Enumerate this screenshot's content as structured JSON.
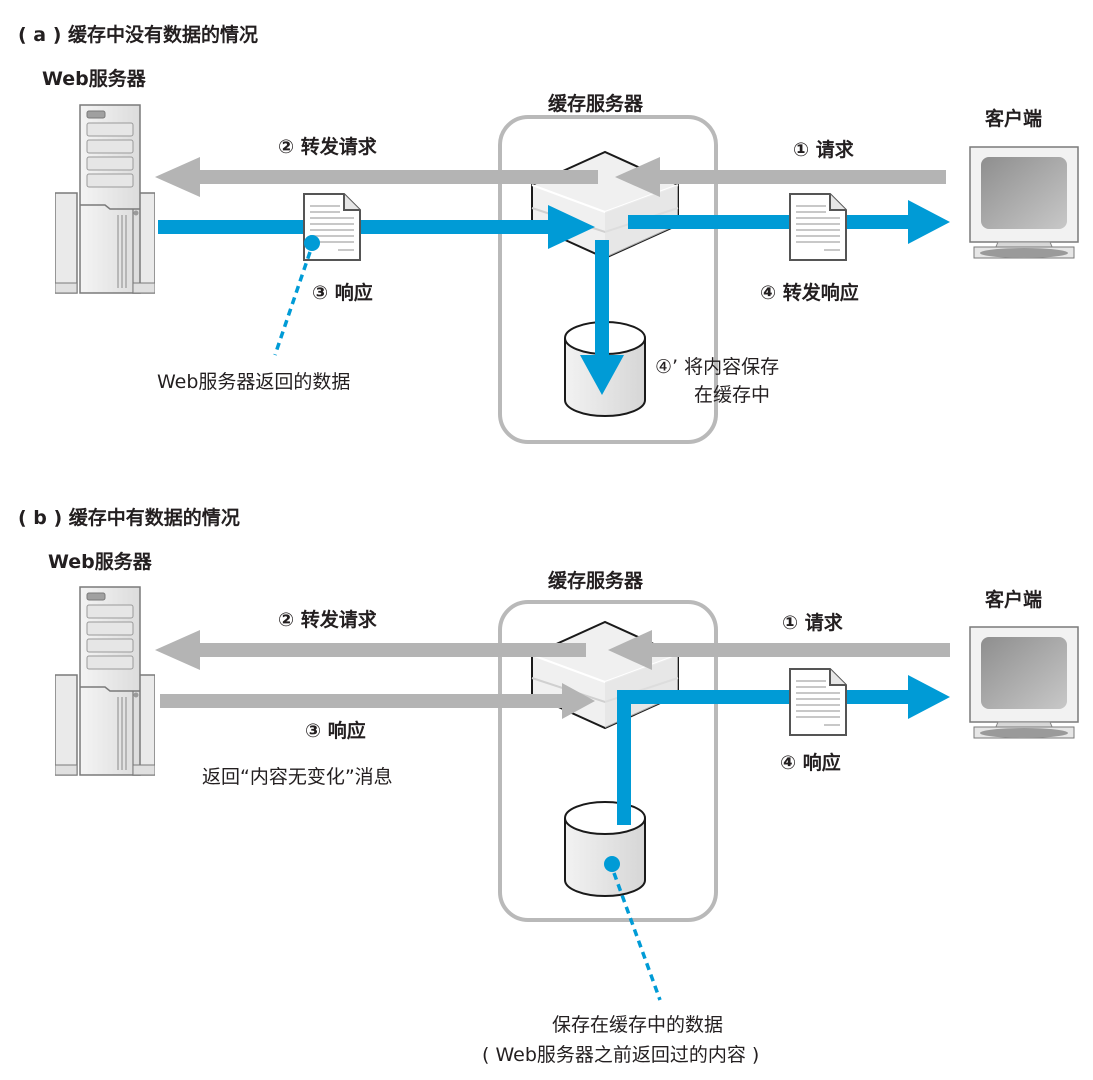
{
  "colors": {
    "request_arrow": "#b4b4b4",
    "response_arrow": "#009bd6",
    "frame": "#b9b9b9"
  },
  "panel_a": {
    "title": "( a ) 缓存中没有数据的情况",
    "web_server": "Web服务器",
    "cache_server": "缓存服务器",
    "client": "客户端",
    "step1": "① 请求",
    "step2": "② 转发请求",
    "step3": "③ 响应",
    "step4": "④ 转发响应",
    "step4p_line1": "④’ 将内容保存",
    "step4p_line2": "在缓存中",
    "data_note": "Web服务器返回的数据"
  },
  "panel_b": {
    "title": "( b ) 缓存中有数据的情况",
    "web_server": "Web服务器",
    "cache_server": "缓存服务器",
    "client": "客户端",
    "step1": "① 请求",
    "step2": "② 转发请求",
    "step3": "③ 响应",
    "step3_note": "返回“内容无变化”消息",
    "step4": "④ 响应",
    "data_note_line1": "保存在缓存中的数据",
    "data_note_line2": "( Web服务器之前返回过的内容 )"
  }
}
